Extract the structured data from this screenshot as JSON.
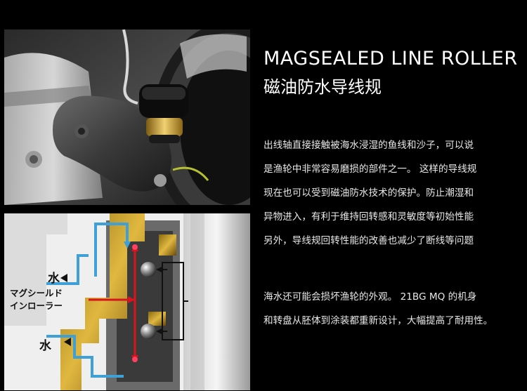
{
  "title_en": "MAGSEALED LINE ROLLER",
  "title_cn": "磁油防水导线规",
  "paragraph1": [
    "出线轴直接接触被海水浸湿的鱼线和沙子，可以说",
    "是渔轮中非常容易磨损的部件之一。 这样的导线规",
    "现在也可以受到磁油防水技术的保护。防止潮湿和",
    "异物进入，有利于维持回转感和灵敏度等初始性能",
    "另外，导线规回转性能的改善也减少了断线等问题"
  ],
  "paragraph2": [
    "海水还可能会损坏渔轮的外观。  21BG MQ 的机身",
    "和转盘从胚体到涂装都重新设计，大幅提高了耐用性。"
  ],
  "diagram": {
    "water_top": "水",
    "water_bottom": "水",
    "magseal_line1": "マグシールド",
    "magseal_line2": "インローラー"
  },
  "colors": {
    "background": "#000000",
    "arrow_blue": "#3fa0d8",
    "arrow_red": "#d8141e",
    "gold": "#c9a227"
  }
}
